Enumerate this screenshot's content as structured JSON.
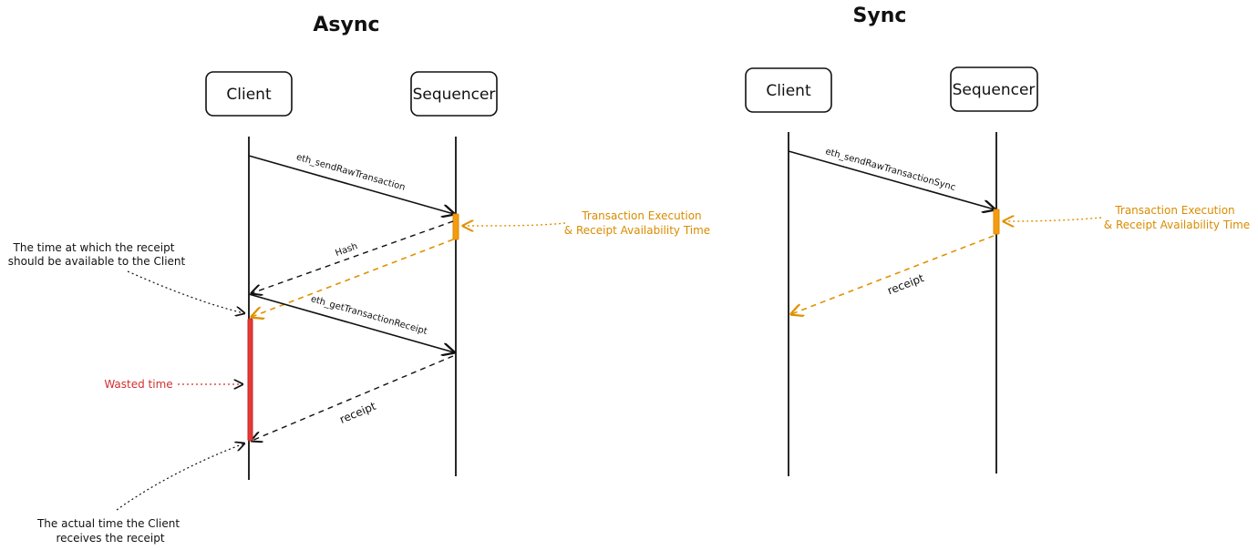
{
  "async": {
    "title": "Async",
    "client_label": "Client",
    "sequencer_label": "Sequencer",
    "msg_send": "eth_sendRawTransaction",
    "msg_hash": "Hash",
    "msg_get_receipt": "eth_getTransactionReceipt",
    "msg_receipt": "receipt",
    "note_execution_line1": "Transaction Execution",
    "note_execution_line2": "& Receipt Availability Time",
    "note_expected_line1": "The time at which the receipt",
    "note_expected_line2": "should be available to the Client",
    "note_wasted": "Wasted time",
    "note_actual_line1": "The actual time the Client",
    "note_actual_line2": "receives the receipt"
  },
  "sync": {
    "title": "Sync",
    "client_label": "Client",
    "sequencer_label": "Sequencer",
    "msg_send": "eth_sendRawTransactionSync",
    "msg_receipt": "receipt",
    "note_execution_line1": "Transaction Execution",
    "note_execution_line2": "& Receipt Availability Time"
  },
  "colors": {
    "ink": "#111111",
    "orange": "#e09100",
    "red": "#d32f2f"
  }
}
